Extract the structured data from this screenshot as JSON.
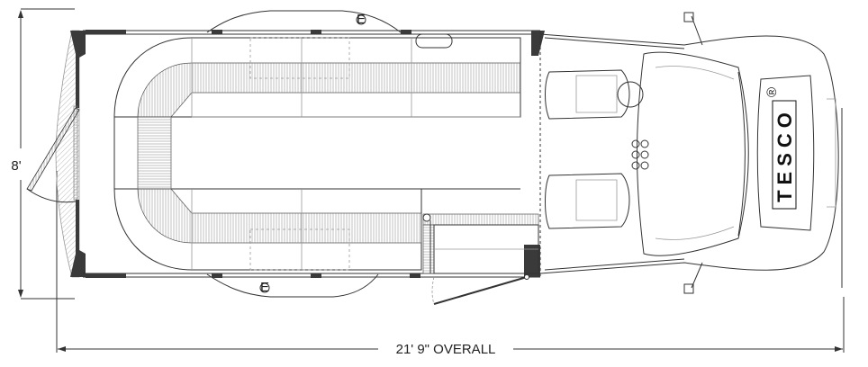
{
  "dimensions": {
    "width_label": "8'",
    "length_label": "21' 9\" OVERALL"
  },
  "markers": {
    "top_marker": "E",
    "bottom_marker": "E"
  },
  "logo": {
    "text": "TESCO",
    "registered": "®"
  }
}
